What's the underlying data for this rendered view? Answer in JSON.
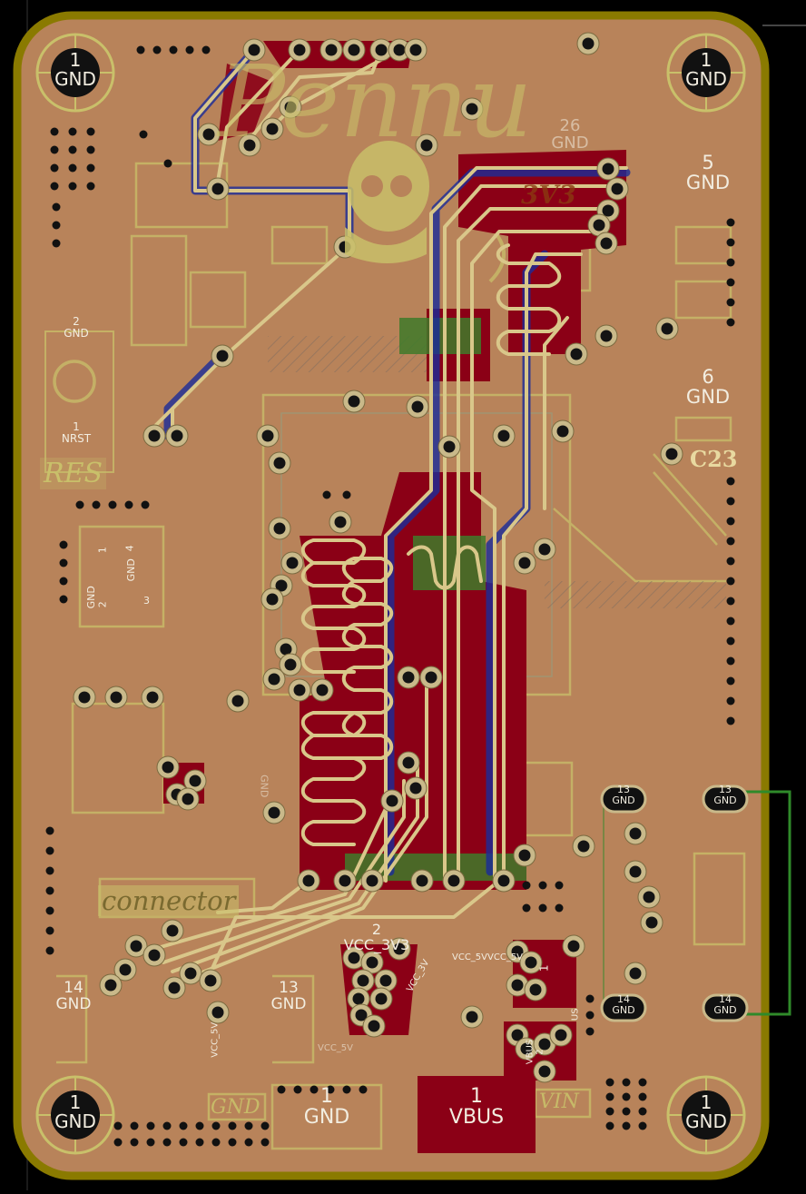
{
  "board": {
    "outline_color": "#8a7a00",
    "copper_color": "#b8835a",
    "fill_color": "#8b0016",
    "trace_color": "#d9c78a",
    "via_color": "#1a1a1a",
    "silk_color": "#c9c06a"
  },
  "mounting_holes": [
    {
      "pin": "1",
      "net": "GND"
    },
    {
      "pin": "1",
      "net": "GND"
    },
    {
      "pin": "1",
      "net": "GND"
    },
    {
      "pin": "1",
      "net": "GND"
    }
  ],
  "pads": {
    "pad_26": {
      "pin": "26",
      "net": "GND"
    },
    "pad_5": {
      "pin": "5",
      "net": "GND"
    },
    "pad_6": {
      "pin": "6",
      "net": "GND"
    },
    "pad_2_left": {
      "pin": "2",
      "net": "GND"
    },
    "pad_1_nrst": {
      "pin": "1",
      "net": "NRST"
    },
    "pad_14_left": {
      "pin": "14",
      "net": "GND"
    },
    "pad_13_mid": {
      "pin": "13",
      "net": "GND"
    },
    "pad_13_usb_a": {
      "pin": "13",
      "net": "GND"
    },
    "pad_13_usb_b": {
      "pin": "13",
      "net": "GND"
    },
    "pad_14_usb_a": {
      "pin": "14",
      "net": "GND"
    },
    "pad_14_usb_b": {
      "pin": "14",
      "net": "GND"
    },
    "pad_2_vcc": {
      "pin": "2",
      "net": "VCC_3V3"
    },
    "pad_1_bottom": {
      "pin": "1",
      "net": "GND"
    },
    "pad_1_vbus": {
      "pin": "1",
      "net": "VBUS"
    },
    "pad_1_small": {
      "pin": "1",
      "net": ""
    },
    "pad_vbus_small": {
      "pin": "2",
      "net": "VBUS"
    }
  },
  "silkscreen": {
    "logo": "Pennu",
    "v3v3": "3V3",
    "res": "RES",
    "connector": "connector",
    "c23": "C23",
    "gnd_tag": "GND",
    "vin": "VIN",
    "sw_pins": [
      "1",
      "4",
      "GND",
      "2",
      "3"
    ],
    "sw_gnd": "GND",
    "gnd_vertical": "GND",
    "vcc_5v_a": "VCC_5V",
    "vcc_5v_b": "VCC_5V",
    "vcc_5v_c": "VCC_5VVCC_5V",
    "vcc_3v3_small": "VCC_3V",
    "us": "US"
  }
}
